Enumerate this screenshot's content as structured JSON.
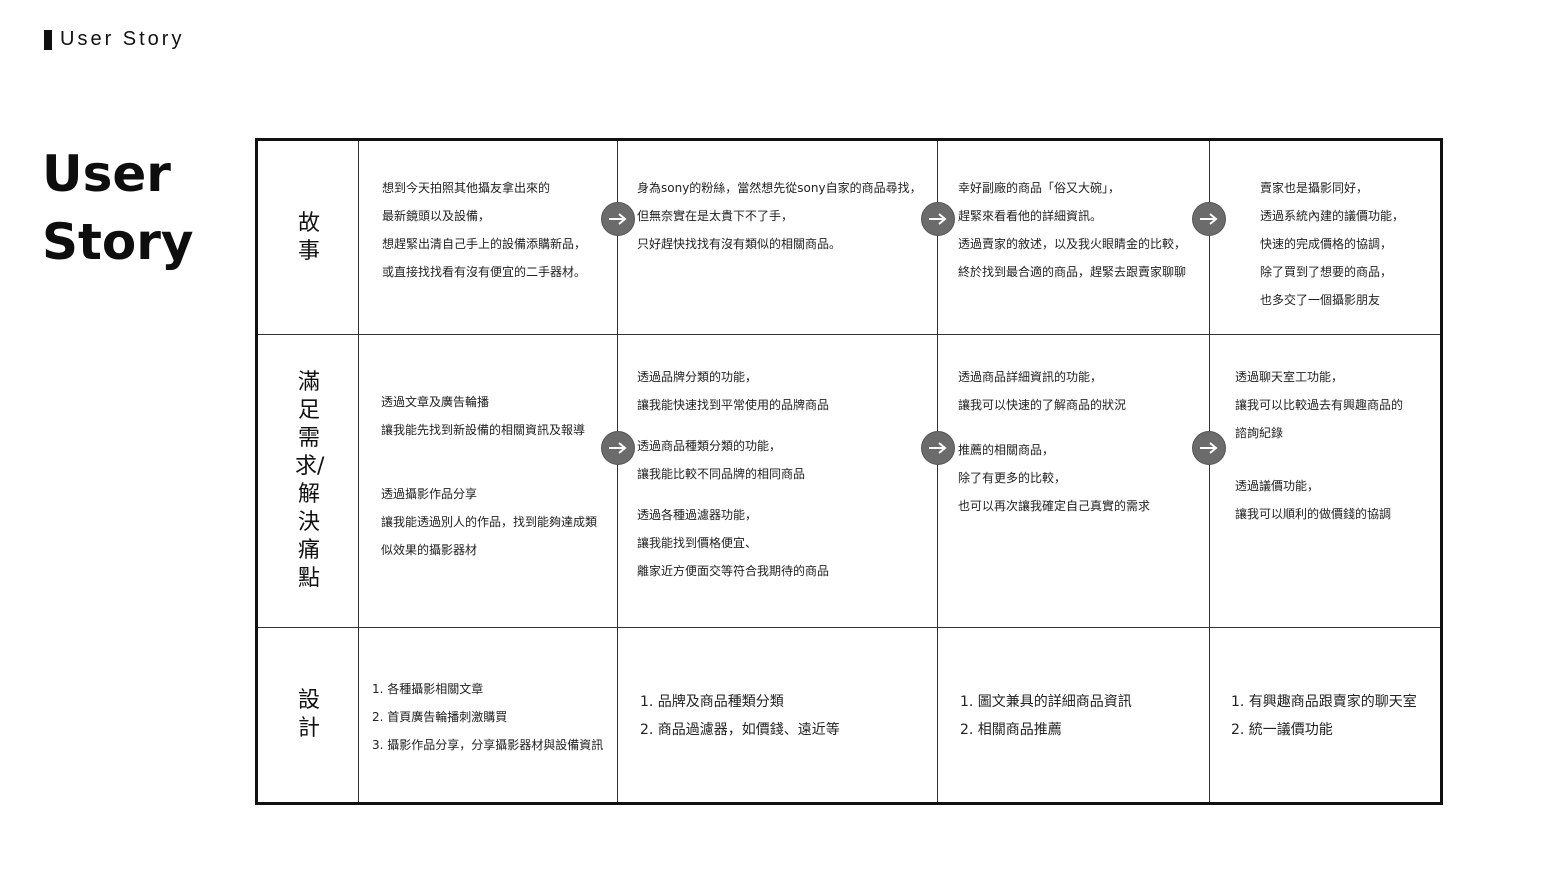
{
  "header": {
    "label": "User Story"
  },
  "title": {
    "line1": "User",
    "line2": "Story"
  },
  "rows": {
    "story": {
      "label": "故事"
    },
    "needs": {
      "label": "滿足需求/解決痛點"
    },
    "design": {
      "label": "設計"
    }
  },
  "story": [
    [
      "想到今天拍照其他攝友拿出來的",
      "最新鏡頭以及設備，",
      "想趕緊出清自己手上的設備添購新品，",
      "或直接找找看有沒有便宜的二手器材。"
    ],
    [
      "身為sony的粉絲，當然想先從sony自家的商品尋找，",
      "但無奈實在是太貴下不了手，",
      "只好趕快找找有沒有類似的相關商品。"
    ],
    [
      "幸好副廠的商品「俗又大碗」，",
      "趕緊來看看他的詳細資訊。",
      "透過賣家的敘述，以及我火眼睛金的比較，",
      "終於找到最合適的商品，趕緊去跟賣家聊聊"
    ],
    [
      "賣家也是攝影同好，",
      "透過系統內建的議價功能，",
      "快速的完成價格的協調，",
      "除了買到了想要的商品，",
      "也多交了一個攝影朋友"
    ]
  ],
  "needs": [
    [
      [
        "透過文章及廣告輪播",
        "讓我能先找到新設備的相關資訊及報導"
      ],
      [
        "透過攝影作品分享",
        "讓我能透過別人的作品，找到能夠達成類",
        "似效果的攝影器材"
      ]
    ],
    [
      [
        "透過品牌分類的功能，",
        "讓我能快速找到平常使用的品牌商品"
      ],
      [
        "透過商品種類分類的功能，",
        "讓我能比較不同品牌的相同商品"
      ],
      [
        "透過各種過濾器功能，",
        "讓我能找到價格便宜、",
        "離家近方便面交等符合我期待的商品"
      ]
    ],
    [
      [
        "透過商品詳細資訊的功能，",
        "讓我可以快速的了解商品的狀況"
      ],
      [
        "推薦的相關商品，",
        "除了有更多的比較，",
        "也可以再次讓我確定自己真實的需求"
      ]
    ],
    [
      [
        "透過聊天室工功能，",
        "讓我可以比較過去有興趣商品的",
        "諮詢紀錄"
      ],
      [
        "透過議價功能，",
        "讓我可以順利的做價錢的協調"
      ]
    ]
  ],
  "design": [
    [
      "1. 各種攝影相關文章",
      "2. 首頁廣告輪播刺激購買",
      "3. 攝影作品分享，分享攝影器材與設備資訊"
    ],
    [
      "1. 品牌及商品種類分類",
      "2. 商品過濾器，如價錢、遠近等"
    ],
    [
      "1. 圖文兼具的詳細商品資訊",
      "2. 相關商品推薦"
    ],
    [
      "1. 有興趣商品跟賣家的聊天室",
      "2. 統一議價功能"
    ]
  ],
  "icons": {
    "arrow": "arrow-right-icon"
  }
}
